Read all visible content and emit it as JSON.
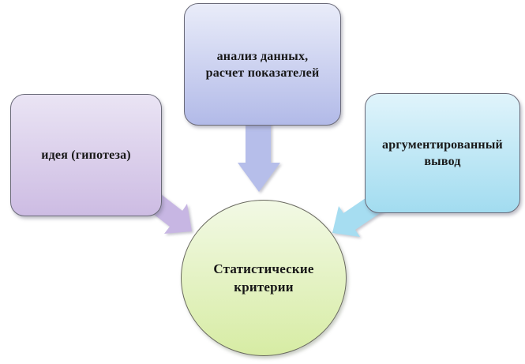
{
  "diagram": {
    "background_color": "#ffffff",
    "nodes": {
      "idea": {
        "lines": [
          "идея (гипотеза)"
        ],
        "fill_top": "#eae4f4",
        "fill_bottom": "#cdbce3"
      },
      "analysis": {
        "lines": [
          "анализ данных,",
          "расчет показателей"
        ],
        "fill_top": "#e9ecf9",
        "fill_bottom": "#b2bae8"
      },
      "conclusion": {
        "lines": [
          "аргументированный",
          "вывод"
        ],
        "fill_top": "#e0f4fb",
        "fill_bottom": "#a2dcf0"
      },
      "center": {
        "lines": [
          "Статистические",
          "критерии"
        ],
        "fill_top": "#f2f9e5",
        "fill_bottom": "#d7eca4"
      }
    },
    "arrows": {
      "from_analysis": {
        "color": "#b6beea"
      },
      "from_idea": {
        "color": "#c7b6e3"
      },
      "from_conclusion": {
        "color": "#a6ddf1"
      }
    },
    "text_color": "#181818"
  }
}
